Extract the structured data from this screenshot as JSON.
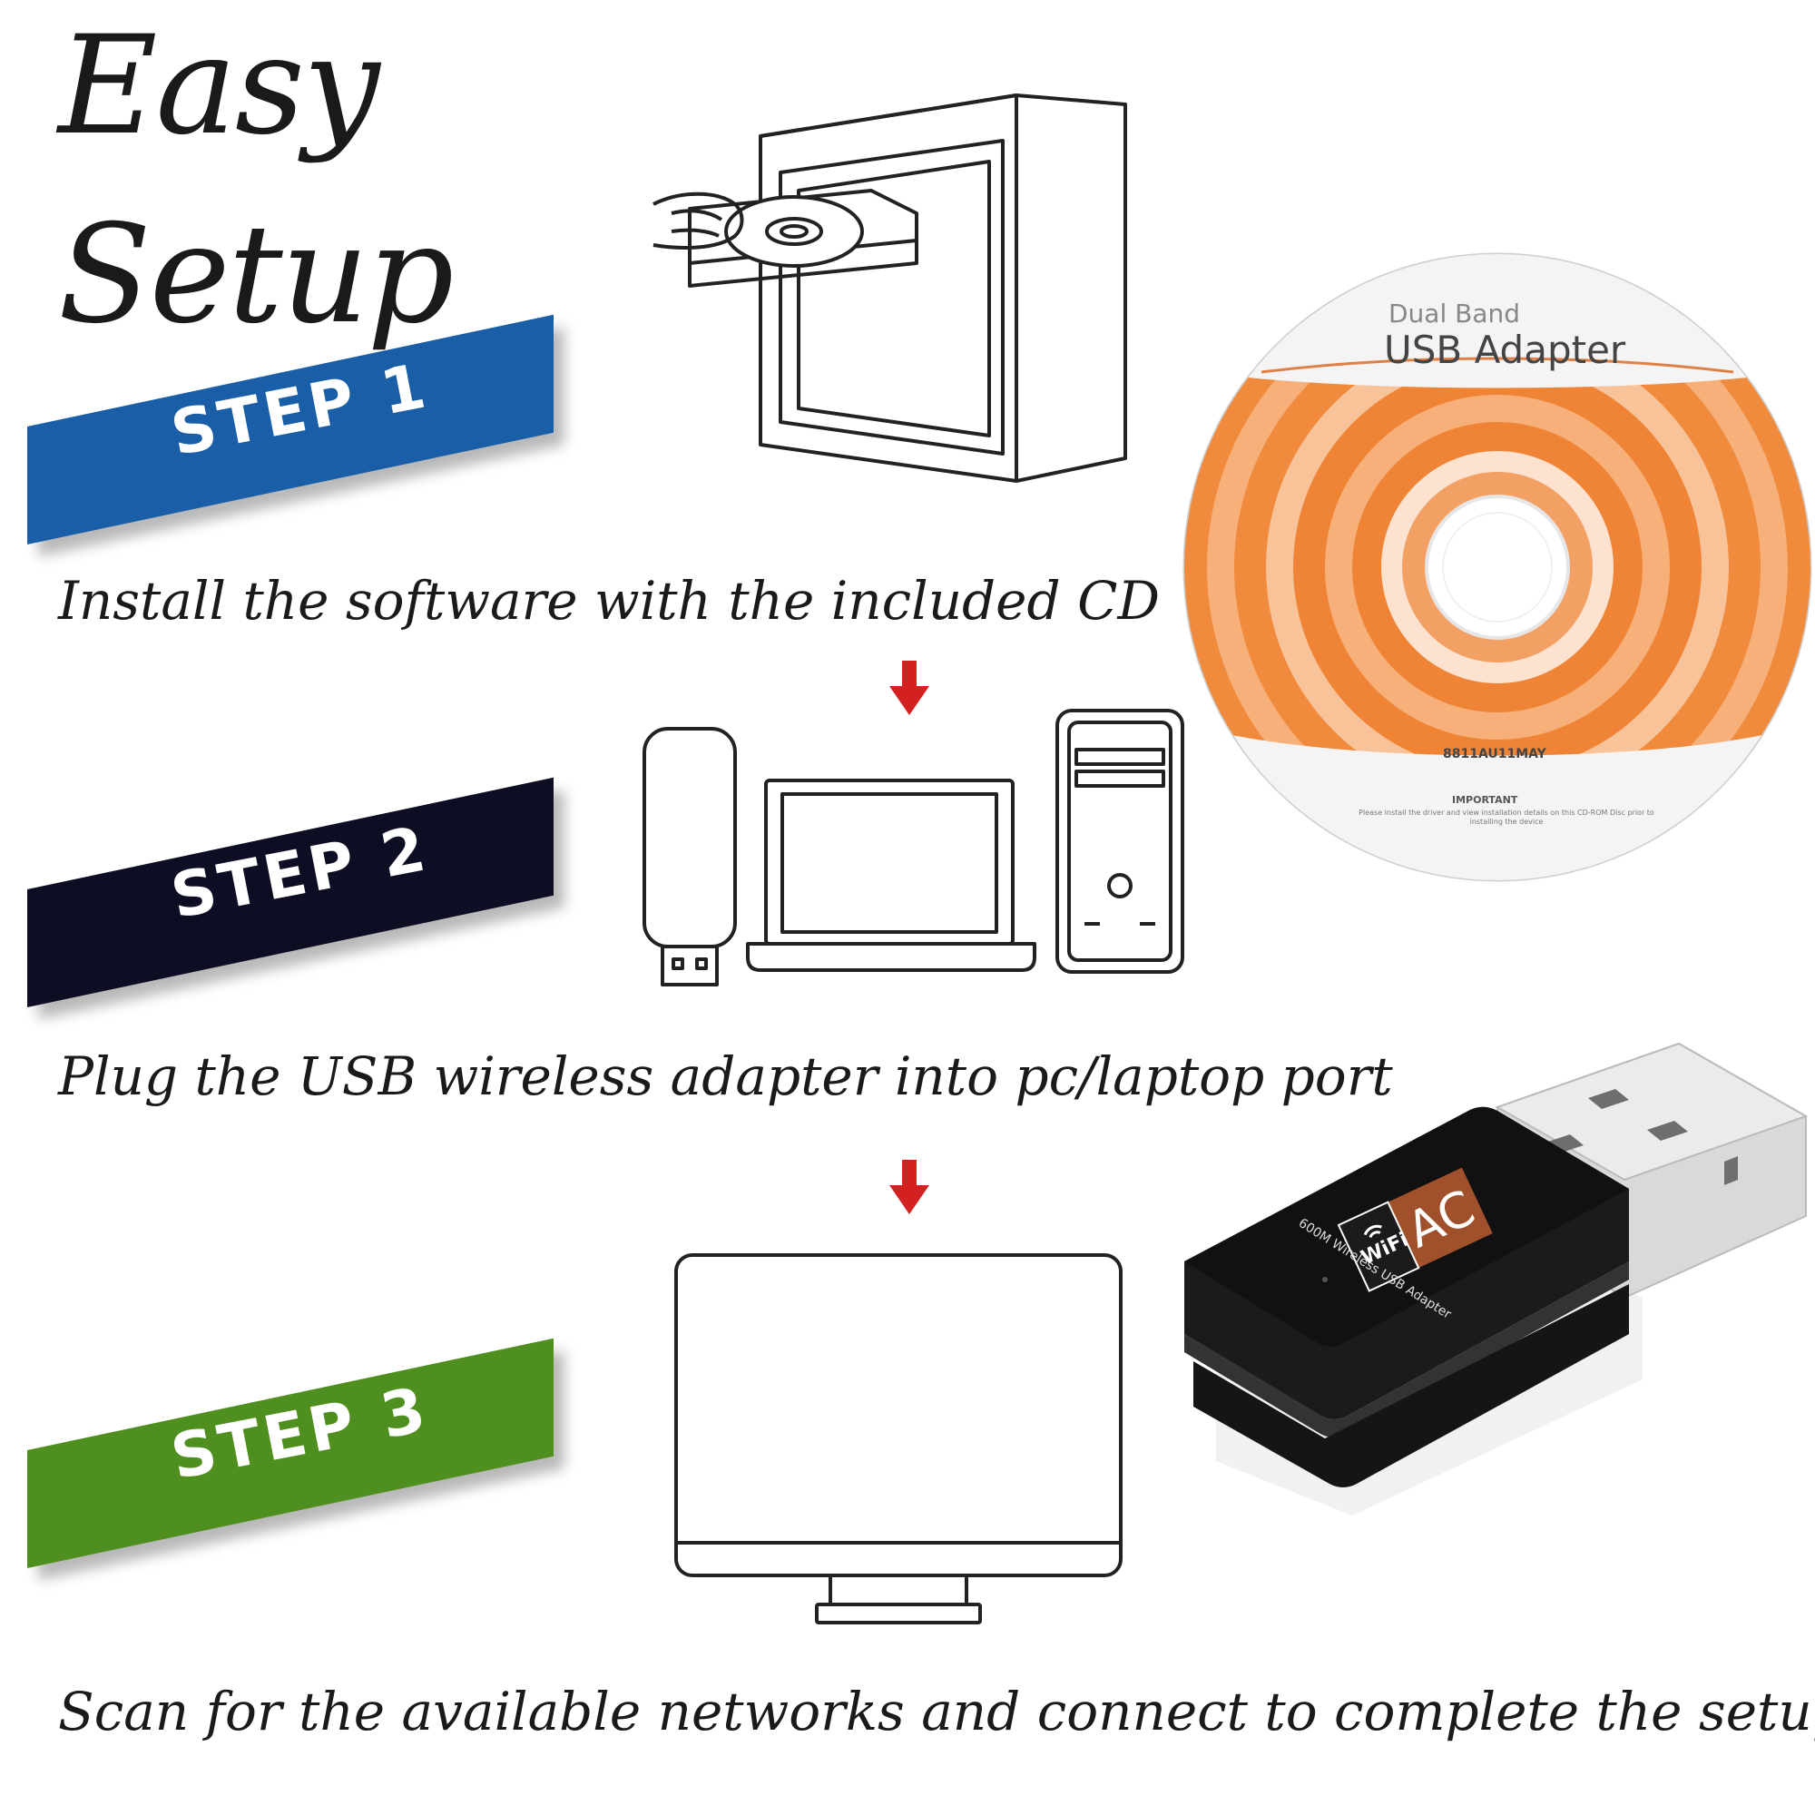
{
  "title": {
    "line1": "Easy",
    "line2": "Setup"
  },
  "colors": {
    "step1_banner": "#1a5ea8",
    "step2_banner": "#0d0d24",
    "step3_banner": "#4f8f1f",
    "arrow": "#d32020",
    "cd_orange": "#f08a3c",
    "adapter_badge": "#a0502a"
  },
  "steps": [
    {
      "label": "STEP 1",
      "text": "Install the software with the included CD"
    },
    {
      "label": "STEP 2",
      "text": "Plug the USB wireless adapter into pc/laptop port"
    },
    {
      "label": "STEP 3",
      "text": "Scan for the available networks and connect to complete the setup"
    }
  ],
  "cd": {
    "line1": "Dual Band",
    "line2": "USB Adapter",
    "model": "8811AU11MAY",
    "important_title": "IMPORTANT",
    "important_text": "Please install the driver and view installation details on this CD-ROM Disc prior to installing the device"
  },
  "adapter": {
    "badge_wifi": "WiFi",
    "badge_ac": "AC",
    "caption": "600M Wireless USB Adapter"
  },
  "icons": [
    "computer-tower-with-cd-tray-icon",
    "down-arrow-icon",
    "usb-dongle-icon",
    "laptop-icon",
    "desktop-tower-icon",
    "monitor-icon",
    "cd-disc-icon",
    "usb-adapter-icon",
    "wifi-icon"
  ]
}
